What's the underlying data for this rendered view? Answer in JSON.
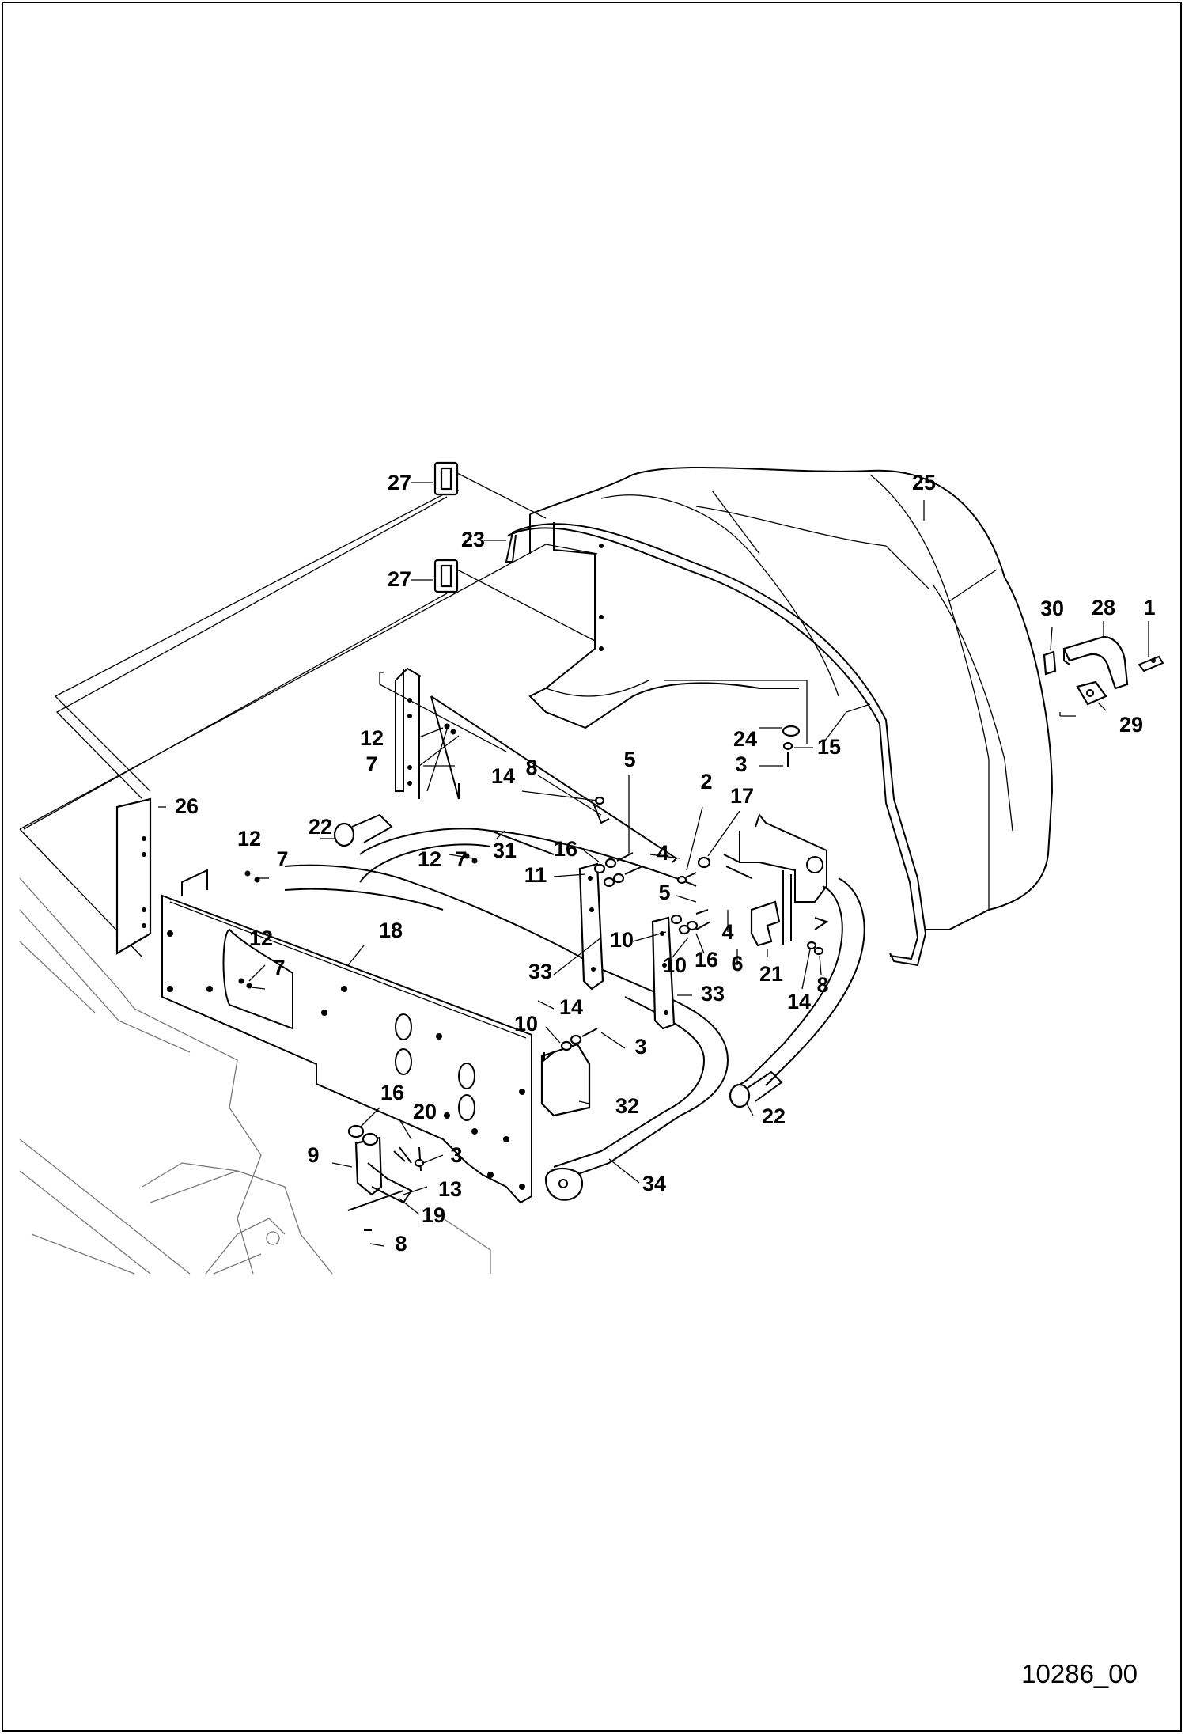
{
  "figure_id": "10286_00",
  "callouts": [
    {
      "id": "c1",
      "label": "1"
    },
    {
      "id": "c2",
      "label": "2"
    },
    {
      "id": "c3a",
      "label": "3"
    },
    {
      "id": "c3b",
      "label": "3"
    },
    {
      "id": "c3c",
      "label": "3"
    },
    {
      "id": "c4a",
      "label": "4"
    },
    {
      "id": "c4b",
      "label": "4"
    },
    {
      "id": "c5a",
      "label": "5"
    },
    {
      "id": "c5b",
      "label": "5"
    },
    {
      "id": "c6",
      "label": "6"
    },
    {
      "id": "c7a",
      "label": "7"
    },
    {
      "id": "c7b",
      "label": "7"
    },
    {
      "id": "c7c",
      "label": "7"
    },
    {
      "id": "c7d",
      "label": "7"
    },
    {
      "id": "c8a",
      "label": "8"
    },
    {
      "id": "c8b",
      "label": "8"
    },
    {
      "id": "c8c",
      "label": "8"
    },
    {
      "id": "c9",
      "label": "9"
    },
    {
      "id": "c10a",
      "label": "10"
    },
    {
      "id": "c10b",
      "label": "10"
    },
    {
      "id": "c10c",
      "label": "10"
    },
    {
      "id": "c11",
      "label": "11"
    },
    {
      "id": "c12a",
      "label": "12"
    },
    {
      "id": "c12b",
      "label": "12"
    },
    {
      "id": "c12c",
      "label": "12"
    },
    {
      "id": "c12d",
      "label": "12"
    },
    {
      "id": "c13",
      "label": "13"
    },
    {
      "id": "c14a",
      "label": "14"
    },
    {
      "id": "c14b",
      "label": "14"
    },
    {
      "id": "c14c",
      "label": "14"
    },
    {
      "id": "c15",
      "label": "15"
    },
    {
      "id": "c16a",
      "label": "16"
    },
    {
      "id": "c16b",
      "label": "16"
    },
    {
      "id": "c16c",
      "label": "16"
    },
    {
      "id": "c17",
      "label": "17"
    },
    {
      "id": "c18",
      "label": "18"
    },
    {
      "id": "c19",
      "label": "19"
    },
    {
      "id": "c20",
      "label": "20"
    },
    {
      "id": "c21",
      "label": "21"
    },
    {
      "id": "c22a",
      "label": "22"
    },
    {
      "id": "c22b",
      "label": "22"
    },
    {
      "id": "c23",
      "label": "23"
    },
    {
      "id": "c24",
      "label": "24"
    },
    {
      "id": "c25",
      "label": "25"
    },
    {
      "id": "c26",
      "label": "26"
    },
    {
      "id": "c27a",
      "label": "27"
    },
    {
      "id": "c27b",
      "label": "27"
    },
    {
      "id": "c28",
      "label": "28"
    },
    {
      "id": "c29",
      "label": "29"
    },
    {
      "id": "c30",
      "label": "30"
    },
    {
      "id": "c31",
      "label": "31"
    },
    {
      "id": "c32",
      "label": "32"
    },
    {
      "id": "c33a",
      "label": "33"
    },
    {
      "id": "c33b",
      "label": "33"
    },
    {
      "id": "c34",
      "label": "34"
    }
  ]
}
